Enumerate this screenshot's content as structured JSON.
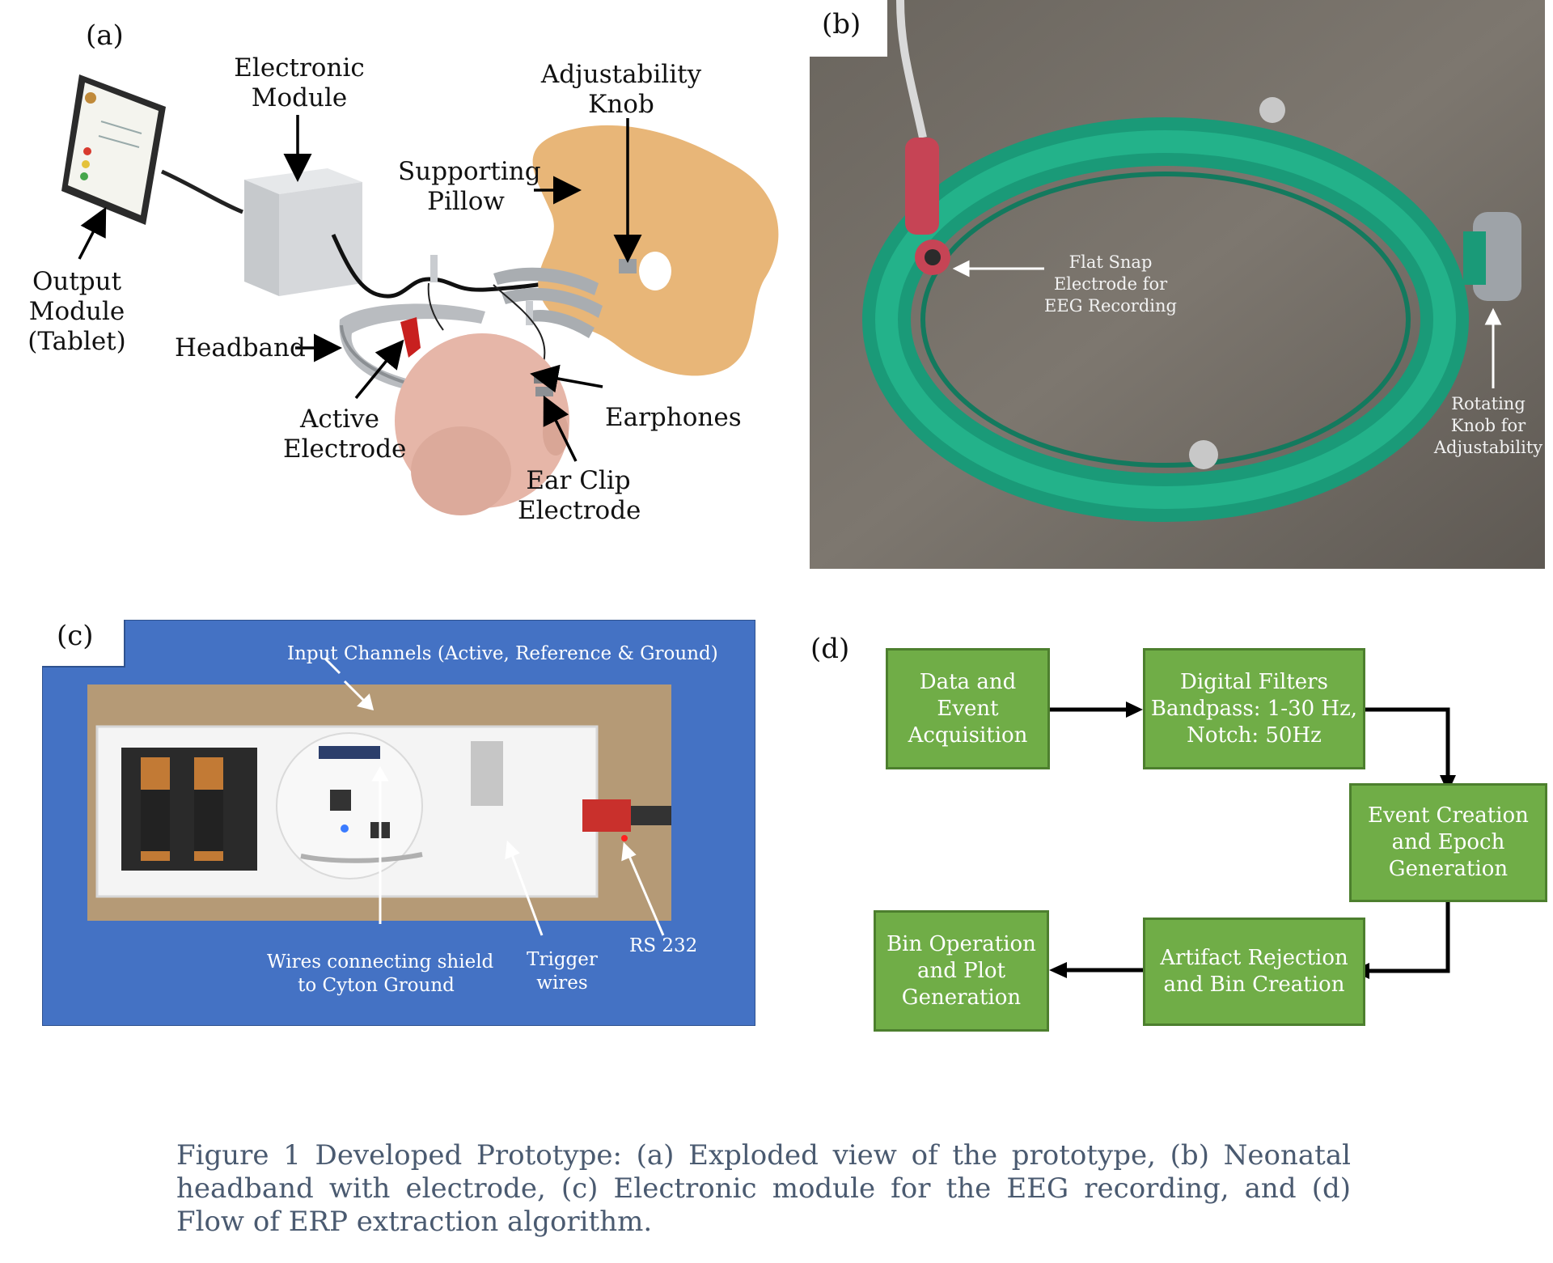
{
  "panels": {
    "a": {
      "tag": "(a)",
      "labels": {
        "electronic_module": [
          "Electronic",
          "Module"
        ],
        "adjustability_knob": [
          "Adjustability",
          "Knob"
        ],
        "supporting_pillow": [
          "Supporting",
          "Pillow"
        ],
        "output_module": [
          "Output",
          "Module",
          "(Tablet)"
        ],
        "headband": "Headband",
        "active_electrode": [
          "Active",
          "Electrode"
        ],
        "earphones": "Earphones",
        "ear_clip_electrode": [
          "Ear Clip",
          "Electrode"
        ]
      }
    },
    "b": {
      "tag": "(b)",
      "labels": {
        "flat_snap": [
          "Flat Snap",
          "Electrode for",
          "EEG Recording"
        ],
        "rotating_knob": [
          "Rotating",
          "Knob for",
          "Adjustability"
        ]
      }
    },
    "c": {
      "tag": "(c)",
      "labels": {
        "input_channels": "Input Channels (Active, Reference & Ground)",
        "wires_shield": [
          "Wires connecting shield",
          "to Cyton Ground"
        ],
        "trigger_wires": [
          "Trigger",
          "wires"
        ],
        "rs232": "RS 232"
      }
    },
    "d": {
      "tag": "(d)",
      "boxes": {
        "data_event": [
          "Data and",
          "Event",
          "Acquisition"
        ],
        "digital_filters": [
          "Digital Filters",
          "Bandpass: 1-30 Hz,",
          "Notch: 50Hz"
        ],
        "event_creation": [
          "Event Creation",
          "and Epoch",
          "Generation"
        ],
        "artifact_rejection": [
          "Artifact Rejection",
          "and Bin Creation"
        ],
        "bin_operation": [
          "Bin Operation",
          "and Plot",
          "Generation"
        ]
      }
    }
  },
  "caption": "Figure 1 Developed Prototype: (a) Exploded view of the prototype, (b) Neonatal headband with electrode, (c) Electronic module for the EEG recording, and (d) Flow of  ERP extraction algorithm."
}
